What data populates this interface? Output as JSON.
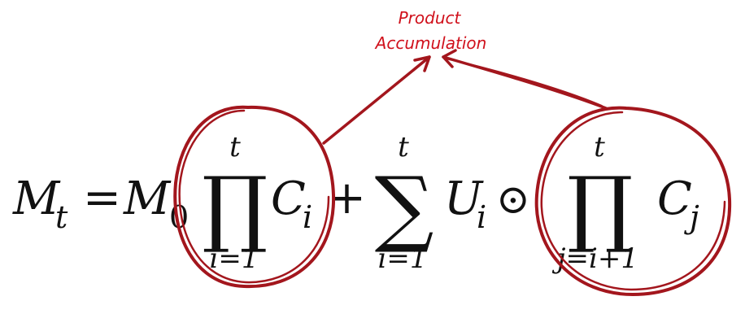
{
  "annotation": {
    "line1": "Product",
    "line2": "Accumulation",
    "color": "#d0101b",
    "ink_color": "#a3161d"
  },
  "equation": {
    "lhs_var": "M",
    "lhs_sub": "t",
    "equals": "=",
    "m0_var": "M",
    "m0_sub": "0",
    "prod1": {
      "symbol": "∏",
      "upper": "t",
      "lower": "i=1",
      "term_var": "C",
      "term_sub": "i"
    },
    "plus": "+",
    "sum": {
      "symbol": "∑",
      "upper": "t",
      "lower": "i=1",
      "term_var": "U",
      "term_sub": "i"
    },
    "odot": "⊙",
    "prod2": {
      "symbol": "∏",
      "upper": "t",
      "lower": "j=i+1",
      "term_var": "C",
      "term_sub": "j"
    }
  }
}
